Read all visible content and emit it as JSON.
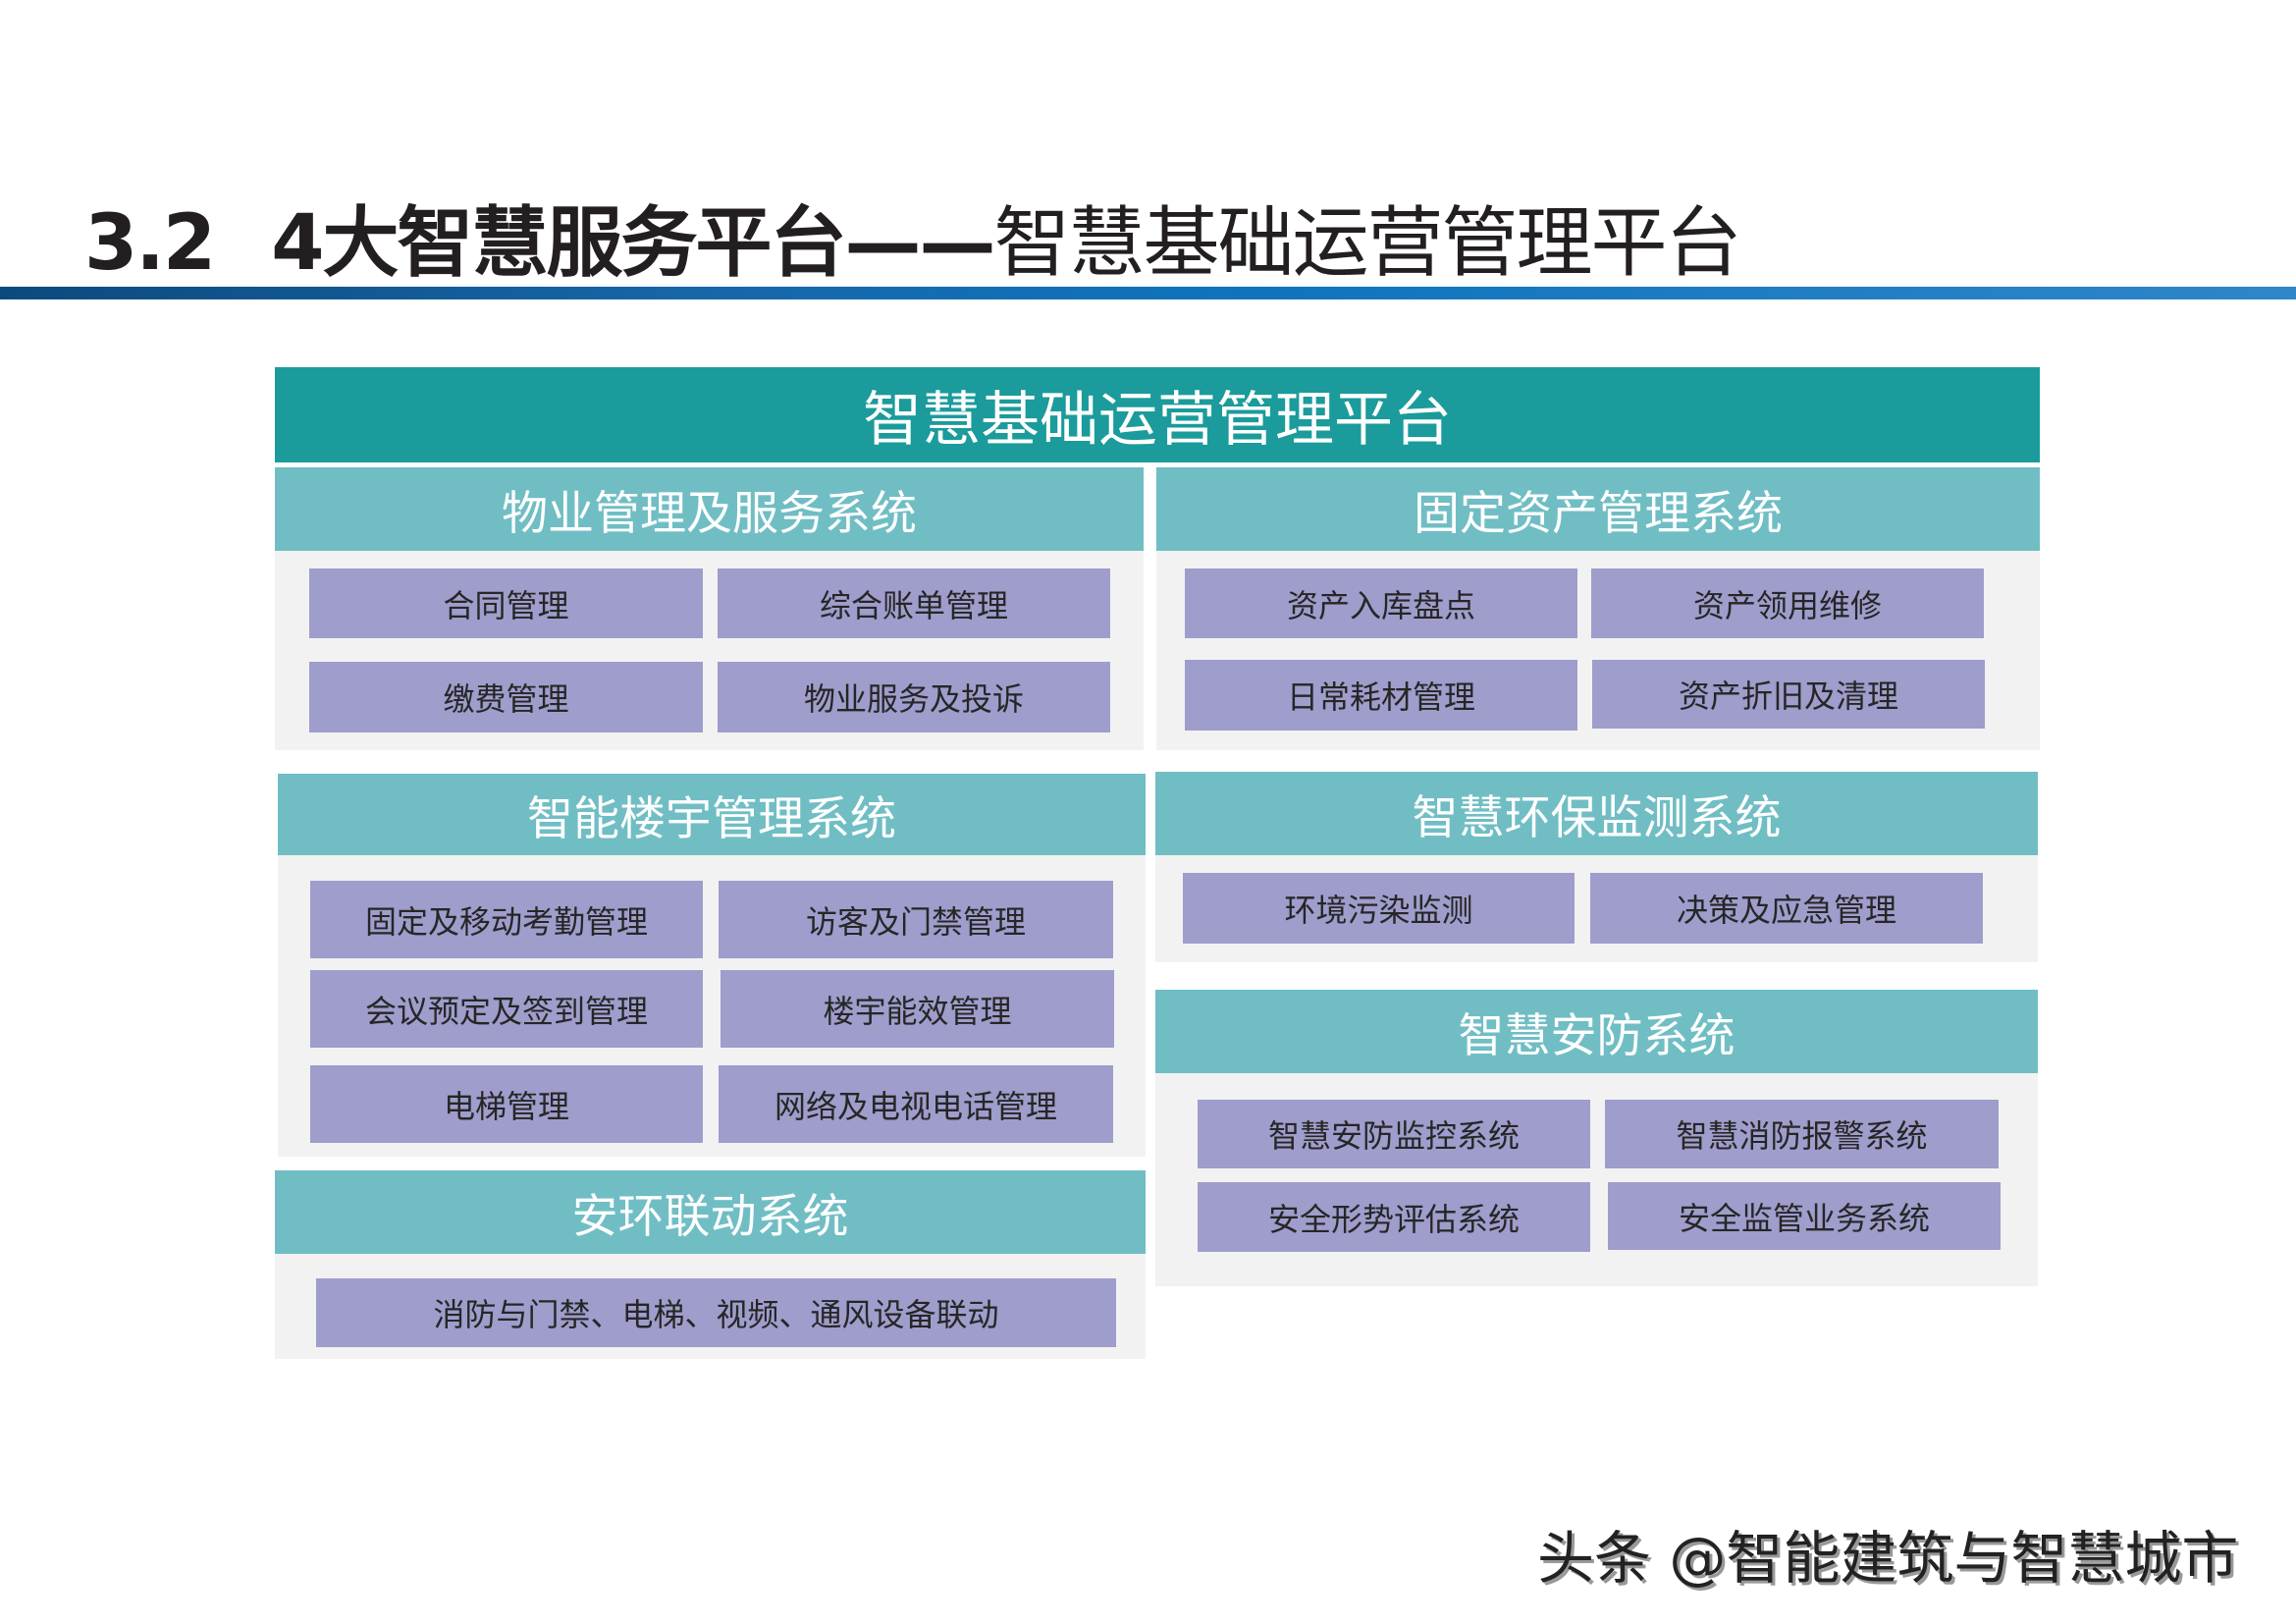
{
  "title": {
    "number": "3.2",
    "main": "4大智慧服务平台——",
    "sub": "智慧基础运营管理平台"
  },
  "platform": {
    "title": "智慧基础运营管理平台"
  },
  "sections": [
    {
      "title": "物业管理及服务系统",
      "items": [
        "合同管理",
        "综合账单管理",
        "缴费管理",
        "物业服务及投诉"
      ]
    },
    {
      "title": "固定资产管理系统",
      "items": [
        "资产入库盘点",
        "资产领用维修",
        "日常耗材管理",
        "资产折旧及清理"
      ]
    },
    {
      "title": "智能楼宇管理系统",
      "items": [
        "固定及移动考勤管理",
        "访客及门禁管理",
        "会议预定及签到管理",
        "楼宇能效管理",
        "电梯管理",
        "网络及电视电话管理"
      ]
    },
    {
      "title": "智慧环保监测系统",
      "items": [
        "环境污染监测",
        "决策及应急管理"
      ]
    },
    {
      "title": "安环联动系统",
      "items": [
        "消防与门禁、电梯、视频、通风设备联动"
      ]
    },
    {
      "title": "智慧安防系统",
      "items": [
        "智慧安防监控系统",
        "智慧消防报警系统",
        "安全形势评估系统",
        "安全监管业务系统"
      ]
    }
  ],
  "watermark": "头条 @智能建筑与智慧城市",
  "colors": {
    "platform": "#1b9b9b",
    "section_header": "#70bec4",
    "item": "#9e9dcc",
    "section_body": "#f2f2f2"
  }
}
